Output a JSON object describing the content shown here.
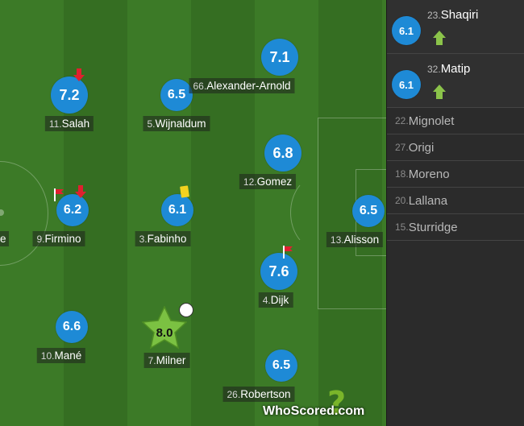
{
  "pitch": {
    "players": [
      {
        "id": "salah",
        "rating": "7.2",
        "number": "11.",
        "name": "Salah",
        "events": [
          "sub-off"
        ]
      },
      {
        "id": "wijnaldum",
        "rating": "6.5",
        "number": "5.",
        "name": "Wijnaldum",
        "events": []
      },
      {
        "id": "alexander-arnold",
        "rating": "7.1",
        "number": "66.",
        "name": "Alexander-Arnold",
        "events": []
      },
      {
        "id": "gomez",
        "rating": "6.8",
        "number": "12.",
        "name": "Gomez",
        "events": []
      },
      {
        "id": "firmino",
        "rating": "6.2",
        "number": "9.",
        "name": "Firmino",
        "events": [
          "corner-flag",
          "sub-off"
        ]
      },
      {
        "id": "fabinho",
        "rating": "6.1",
        "number": "3.",
        "name": "Fabinho",
        "events": [
          "yellow-card"
        ]
      },
      {
        "id": "alisson",
        "rating": "6.5",
        "number": "13.",
        "name": "Alisson",
        "events": []
      },
      {
        "id": "dijk",
        "rating": "7.6",
        "number": "4.",
        "name": "Dijk",
        "events": [
          "corner-flag"
        ]
      },
      {
        "id": "mane",
        "rating": "6.6",
        "number": "10.",
        "name": "Mané",
        "events": []
      },
      {
        "id": "milner",
        "rating": "8.0",
        "number": "7.",
        "name": "Milner",
        "events": [
          "man-of-the-match-star",
          "goal-ball"
        ]
      },
      {
        "id": "robertson",
        "rating": "6.5",
        "number": "26.",
        "name": "Robertson",
        "events": []
      }
    ],
    "edge_fragment": "e"
  },
  "bench": {
    "substitutes": [
      {
        "rating": "6.1",
        "number": "23.",
        "name": "Shaqiri",
        "icon": "sub-on-arrow-icon"
      },
      {
        "rating": "6.1",
        "number": "32.",
        "name": "Matip",
        "icon": "sub-on-arrow-icon"
      }
    ],
    "unused": [
      {
        "number": "22.",
        "name": "Mignolet"
      },
      {
        "number": "27.",
        "name": "Origi"
      },
      {
        "number": "18.",
        "name": "Moreno"
      },
      {
        "number": "20.",
        "name": "Lallana"
      },
      {
        "number": "15.",
        "name": "Sturridge"
      }
    ]
  },
  "watermark": {
    "text": "WhoScored",
    "suffix": ".com"
  },
  "colors": {
    "rating_bg": "#1e8ad6",
    "pitch_dark": "#356e22",
    "pitch_light": "#3c7a27",
    "star": "#7bc142",
    "sub_on": "#8bc34a",
    "sub_off": "#e0202f",
    "yellow": "#f2d21f"
  }
}
